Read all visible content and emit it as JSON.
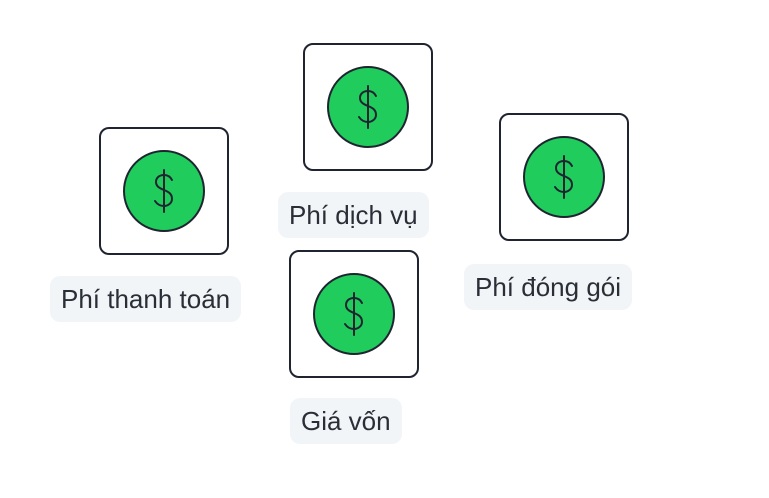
{
  "items": [
    {
      "label": "Phí thanh toán",
      "icon": "dollar-coin-icon"
    },
    {
      "label": "Phí dịch vụ",
      "icon": "dollar-coin-icon"
    },
    {
      "label": "Phí đóng gói",
      "icon": "dollar-coin-icon"
    },
    {
      "label": "Giá vốn",
      "icon": "dollar-coin-icon"
    }
  ],
  "colors": {
    "coin": "#1fcc5c",
    "outline": "#1f2430",
    "label_bg": "#f2f5f8",
    "text": "#2a2e36"
  }
}
